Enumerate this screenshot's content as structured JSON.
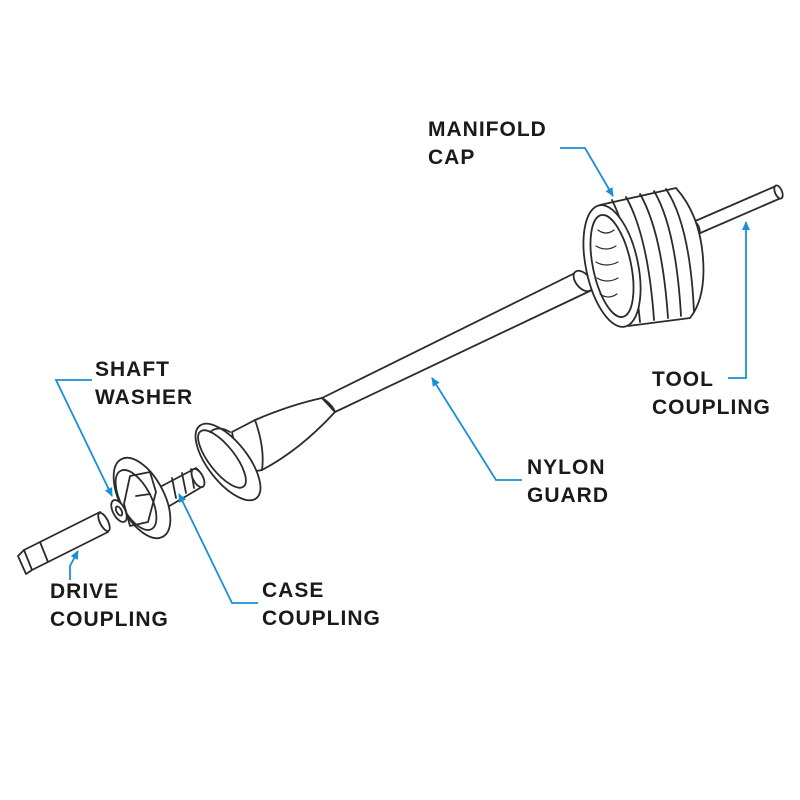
{
  "diagram": {
    "leader_color": "#1a8fd6",
    "line_color": "#2b2b2b",
    "labels": {
      "manifold_cap": {
        "line1": "MANIFOLD",
        "line2": "CAP"
      },
      "tool_coupling": {
        "line1": "TOOL",
        "line2": "COUPLING"
      },
      "nylon_guard": {
        "line1": "NYLON",
        "line2": "GUARD"
      },
      "shaft_washer": {
        "line1": "SHAFT",
        "line2": "WASHER"
      },
      "case_coupling": {
        "line1": "CASE",
        "line2": "COUPLING"
      },
      "drive_coupling": {
        "line1": "DRIVE",
        "line2": "COUPLING"
      }
    }
  }
}
